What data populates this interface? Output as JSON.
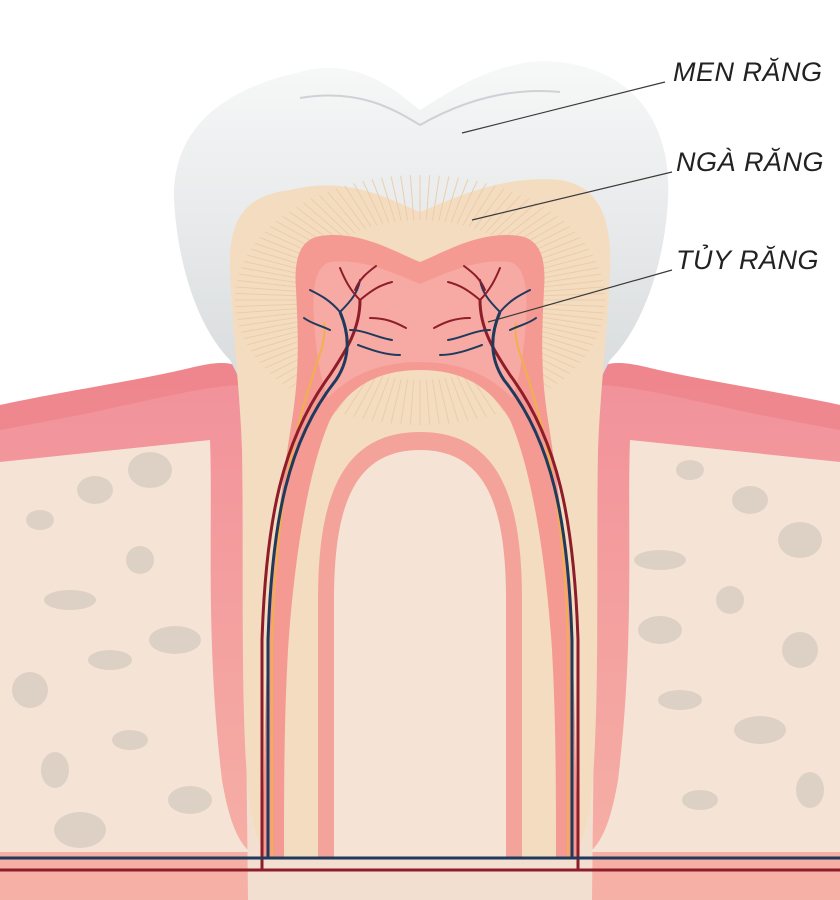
{
  "labels": {
    "enamel": "MEN RĂNG",
    "dentin": "NGÀ RĂNG",
    "pulp": "TỦY RĂNG"
  },
  "colors": {
    "enamel": "#eef0f1",
    "dentin": "#f4dcc0",
    "pulp": "#f59a93",
    "gum": "#f3a39a",
    "gum_edge": "#ec7f86",
    "bone": "#f2dfd0",
    "bone_spots": "#d9cabf",
    "artery": "#8e1d2a",
    "vein": "#1f3a5c",
    "nerve": "#f2b04b"
  }
}
